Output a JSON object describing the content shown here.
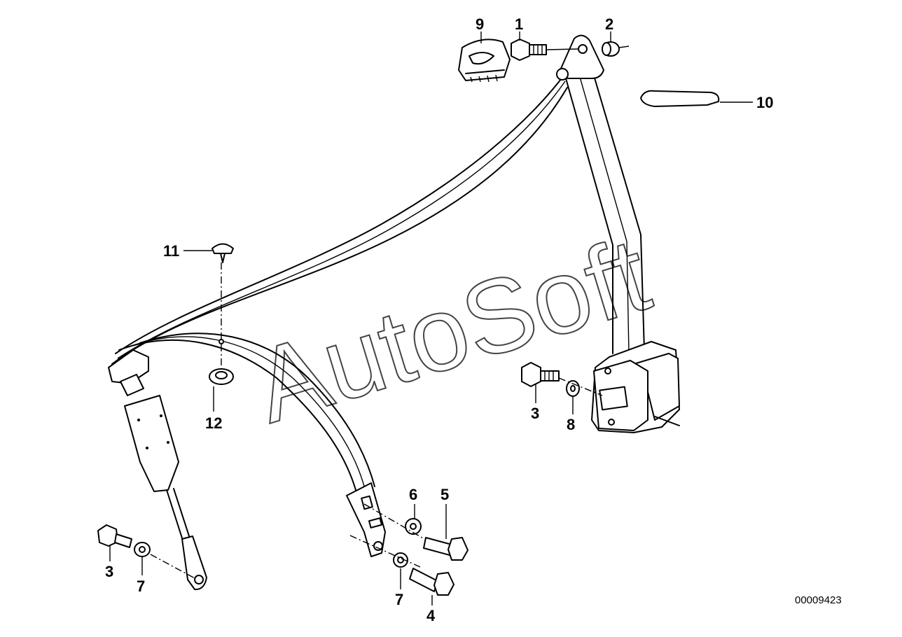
{
  "callouts": [
    "1",
    "2",
    "3",
    "3",
    "4",
    "5",
    "6",
    "7",
    "7",
    "8",
    "9",
    "10",
    "11",
    "12"
  ],
  "document_number": "00009423",
  "watermark": "AutoSoft"
}
